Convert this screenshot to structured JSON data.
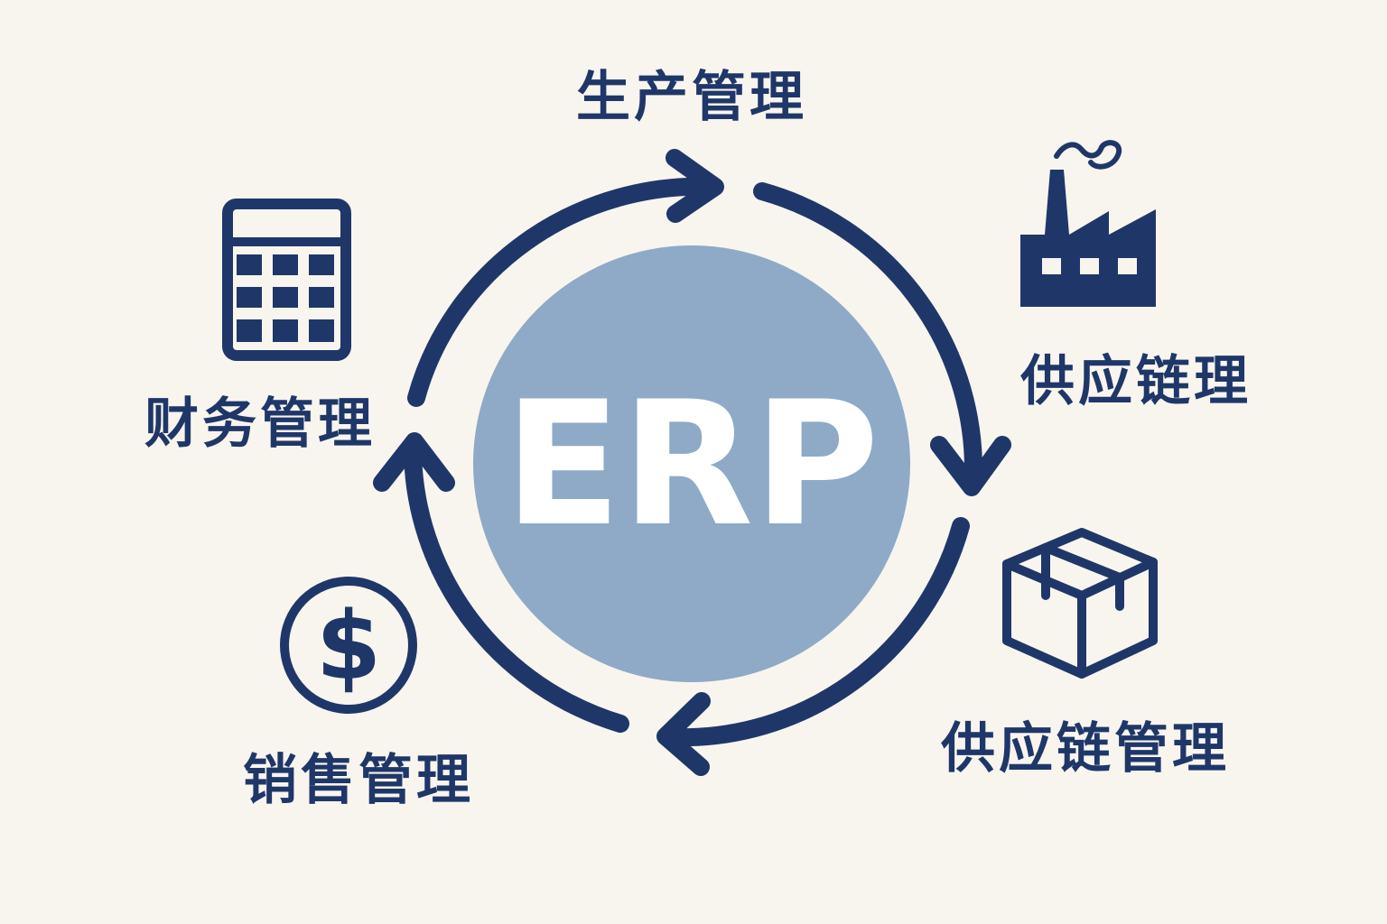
{
  "diagram": {
    "center_label": "ERP",
    "labels": {
      "production": "生产管理",
      "supply_chain_top": "供应链理",
      "supply_chain_bottom": "供应链管理",
      "finance": "财务管理",
      "sales": "销售管理"
    },
    "icons": {
      "production": "factory-icon",
      "supply_chain": "box-icon",
      "finance": "calculator-icon",
      "sales": "dollar-coin-icon"
    },
    "colors": {
      "background": "#f8f5ef",
      "primary": "#1f3768",
      "center_circle": "#8eaac6",
      "center_text": "#ffffff"
    }
  }
}
